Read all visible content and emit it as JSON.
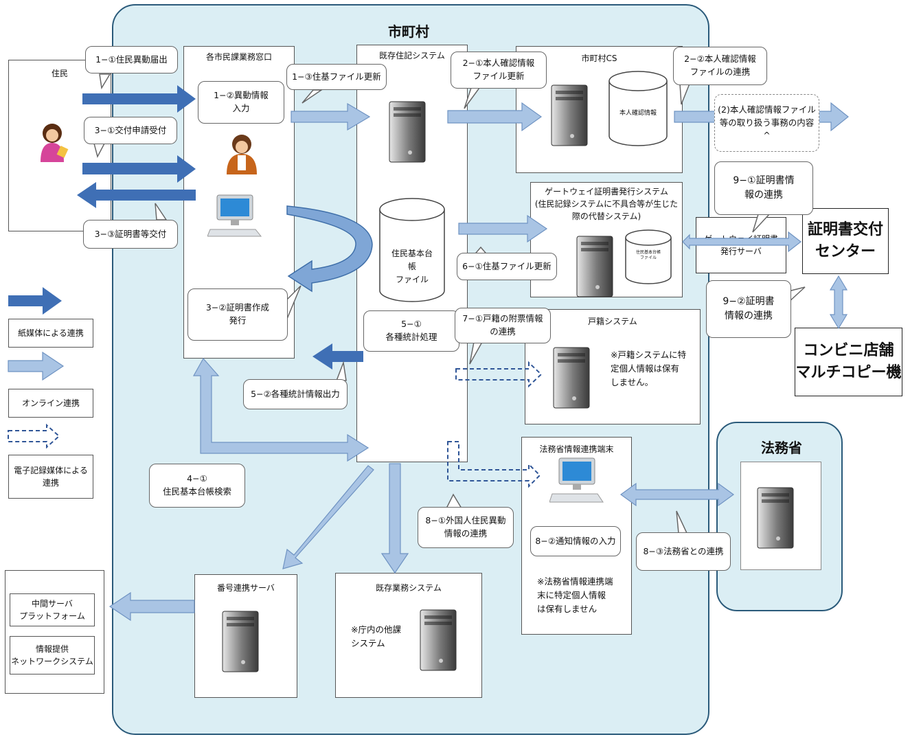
{
  "city": {
    "title": "市町村"
  },
  "moj": {
    "title": "法務省"
  },
  "resident": {
    "title": "住民"
  },
  "window": {
    "title": "各市民課業務窓口"
  },
  "juki": {
    "title": "既存住記システム",
    "cylinder_label": "住民基本台帳\nファイル"
  },
  "citycs": {
    "title": "市町村CS",
    "cylinder_label": "本人確認情報"
  },
  "gateway": {
    "title": "ゲートウェイ証明書発行システム\n(住民記録システムに不具合等が生じた\n際の代替システム)",
    "cylinder_label": "住民基本台帳\nファイル"
  },
  "koseki": {
    "title": "戸籍システム",
    "note": "※戸籍システムに特\n定個人情報は保有\nしません。"
  },
  "moj_terminal": {
    "title": "法務省情報連携端末",
    "note": "※法務省情報連携端\n末に特定個人情報\nは保有しません"
  },
  "bango": {
    "title": "番号連携サーバ"
  },
  "existing": {
    "title": "既存業務システム",
    "note": "※庁内の他課\nシステム"
  },
  "external": {
    "mid_server": "中間サーバ\nプラットフォーム",
    "info_network": "情報提供\nネットワークシステム"
  },
  "cert_center": "証明書交付\nセンター",
  "convenience": "コンビニ店舗\nマルチコピー機",
  "gateway_server": "ゲートウェイ証明書\n発行サーバ",
  "bubbles": {
    "b1_1": "1−①住民異動届出",
    "b1_2": "1−②異動情報\n入力",
    "b1_3": "1−③住基ファイル更新",
    "b2_1": "2−①本人確認情報\nファイル更新",
    "b2_2": "2−②本人確認情報\nファイルの連携",
    "b2_note": "(2)本人確認情報ファイル\n等の取り扱う事務の内容\n^",
    "b3_1": "3−①交付申請受付",
    "b3_2": "3−②証明書作成\n発行",
    "b3_3": "3−③証明書等交付",
    "b4_1": "4−①\n住民基本台帳検索",
    "b5_1": "5−①\n各種統計処理",
    "b5_2": "5−②各種統計情報出力",
    "b6_1": "6−①住基ファイル更新",
    "b7_1": "7−①戸籍の附票情報\nの連携",
    "b8_1": "8−①外国人住民異動\n情報の連携",
    "b8_2": "8−②通知情報の入力",
    "b8_3": "8−③法務省との連携",
    "b9_1": "9−①証明書情\n報の連携",
    "b9_2": "9−②証明書\n情報の連携"
  },
  "legend": {
    "paper": "紙媒体による連携",
    "online": "オンライン連携",
    "electronic": "電子記録媒体による\n連携"
  },
  "colors": {
    "dark_arrow": "#3f6fb5",
    "light_arrow": "#a9c4e4",
    "city_bg": "#dbeef4",
    "border": "#2a5a7a"
  }
}
